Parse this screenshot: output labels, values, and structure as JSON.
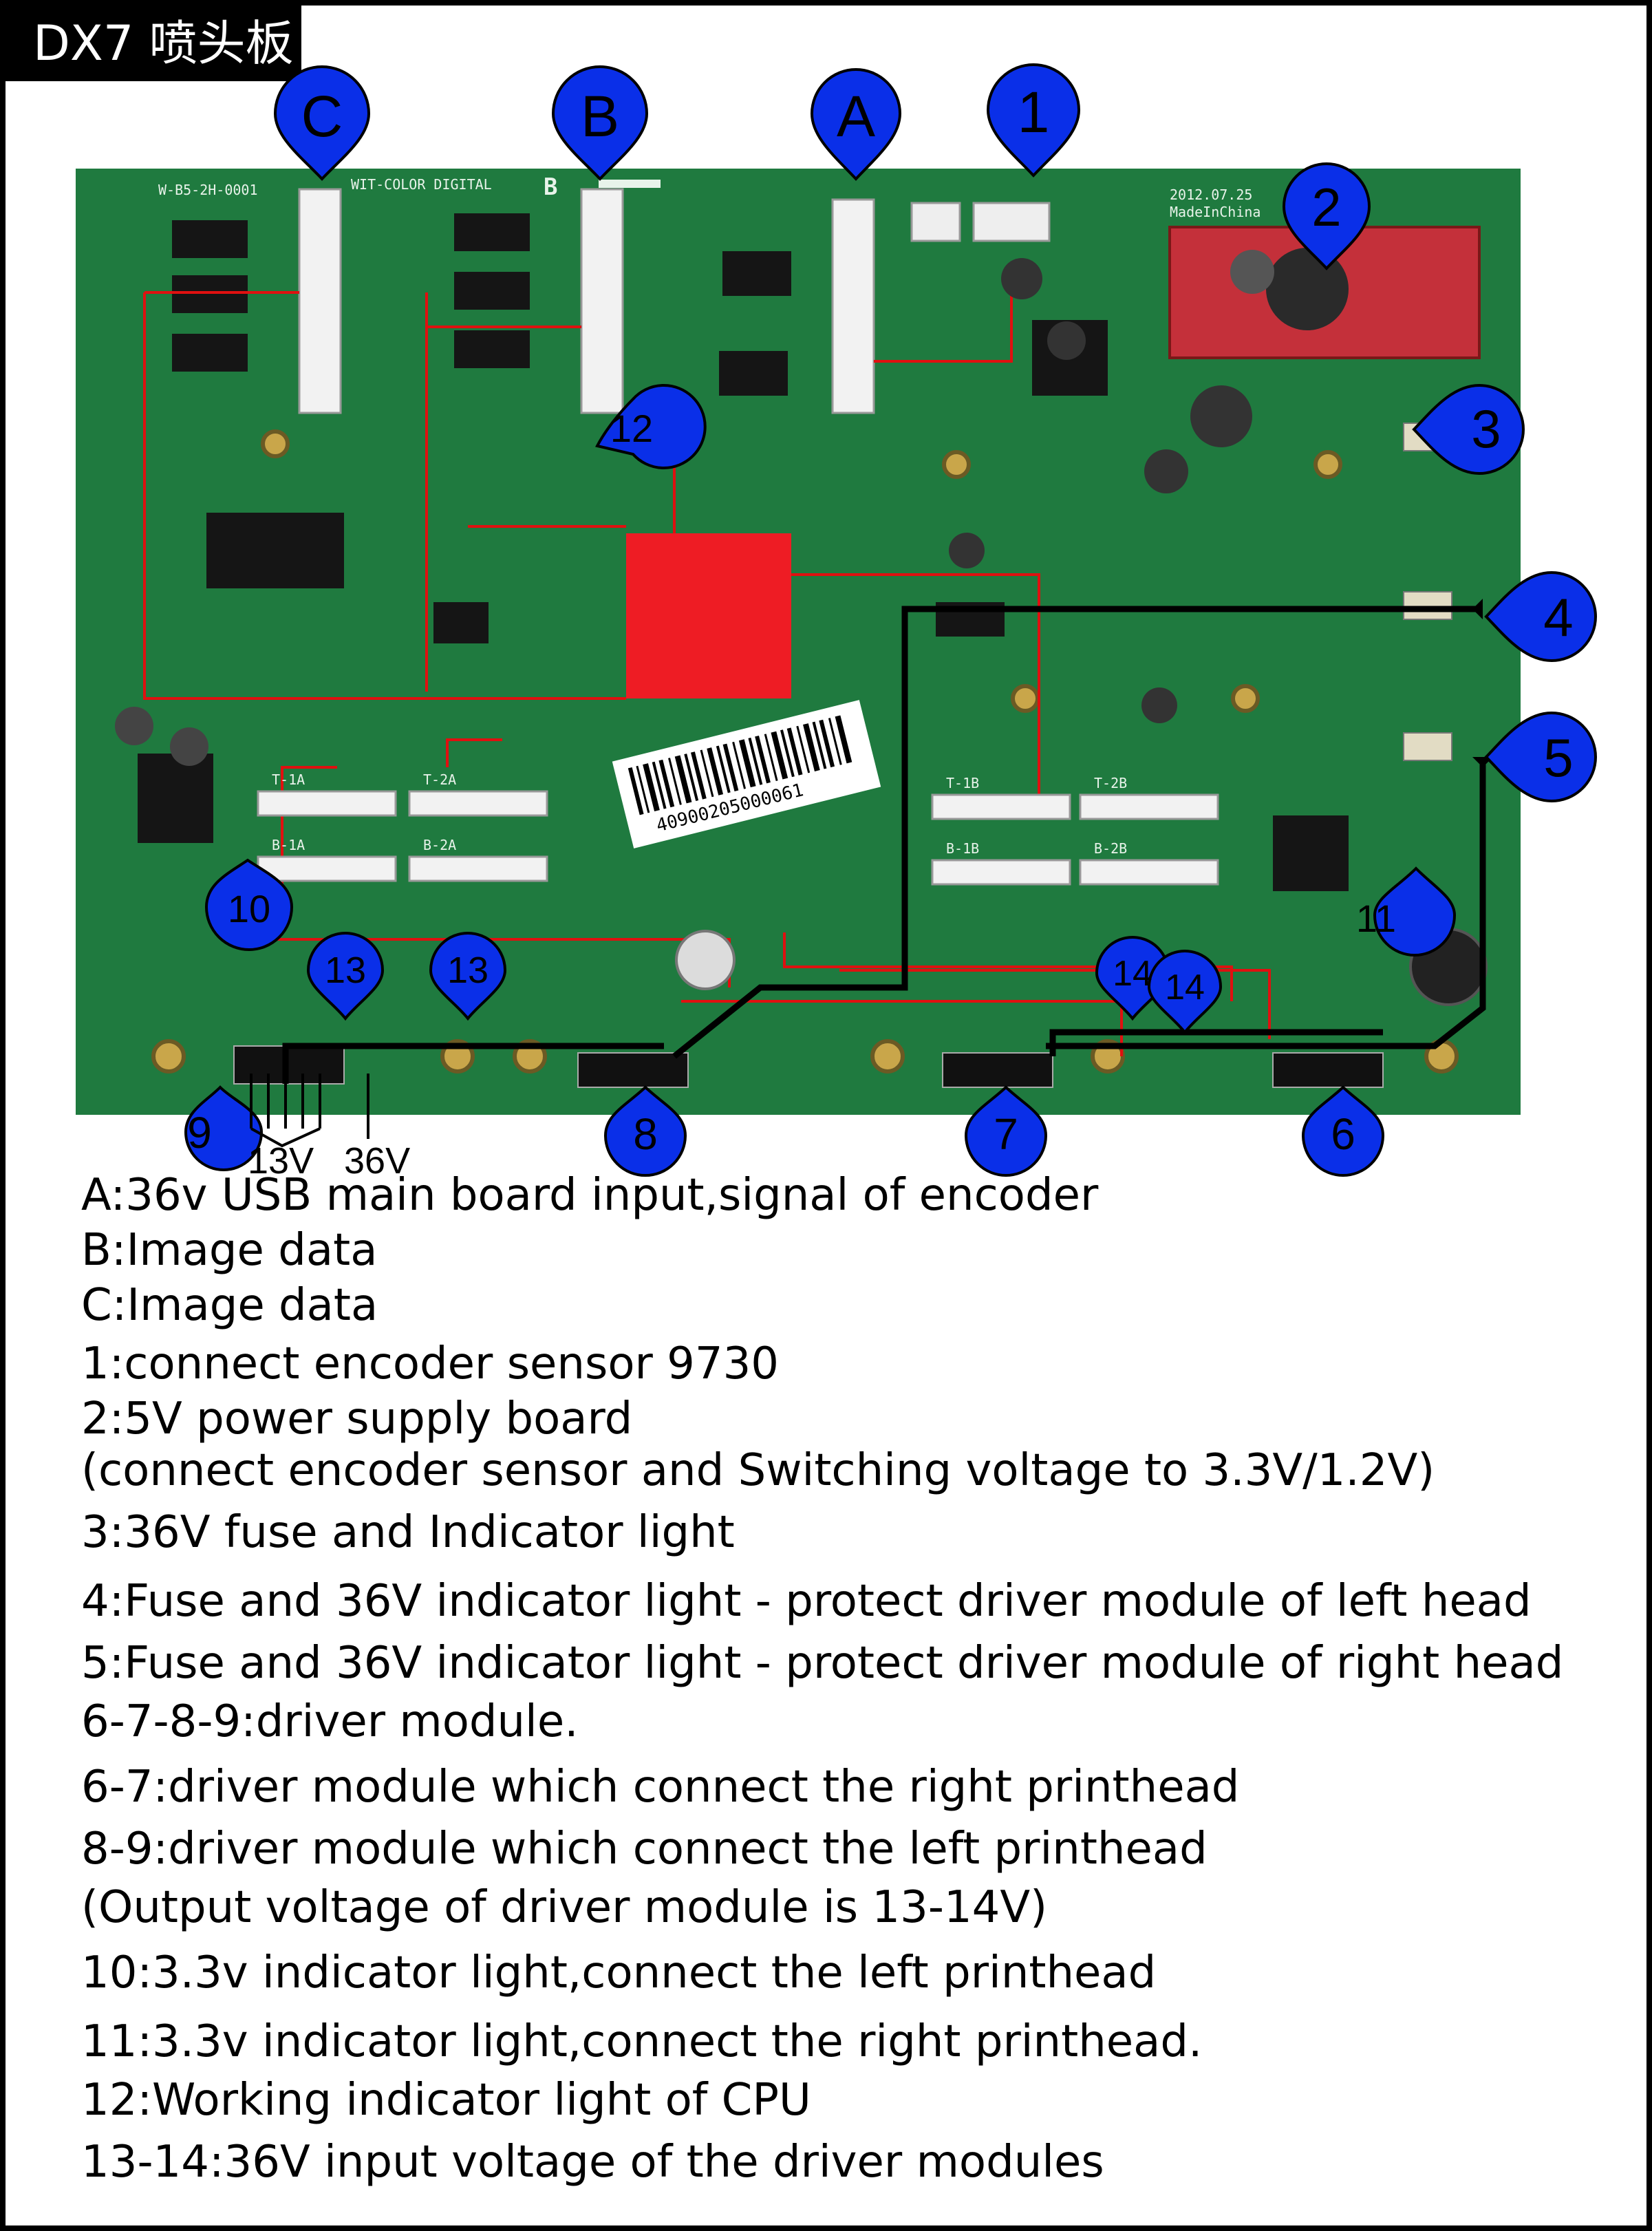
{
  "header": {
    "title": "DX7 喷头板"
  },
  "colors": {
    "board": "#1f7a3f",
    "marker": "#0a2fe8",
    "cpu": "#ee1c24",
    "trace": "#e01010",
    "frame": "#000000"
  },
  "board": {
    "silkscreen_left": "W-B5-2H-0001",
    "silkscreen_brand": "WIT-COLOR DIGITAL",
    "silkscreen_letter": "B",
    "date_code": "2012.07.25",
    "made_in": "MadeInChina",
    "barcode": "40900205000061",
    "connectors": [
      "T-1A",
      "T-2A",
      "B-1A",
      "B-2A",
      "T-1B",
      "T-2B",
      "B-1B",
      "B-2B"
    ]
  },
  "markers": [
    "C",
    "B",
    "A",
    "1",
    "2",
    "3",
    "4",
    "5",
    "6",
    "7",
    "8",
    "9",
    "10",
    "11",
    "12",
    "13",
    "13",
    "14",
    "14"
  ],
  "voltage_labels": {
    "v13": "13V",
    "v36": "36V"
  },
  "legend": [
    "A:36v USB main board input,signal of encoder",
    "B:Image data",
    "C:Image data",
    "1:connect encoder sensor 9730",
    "2:5V power supply board",
    "(connect encoder sensor and Switching voltage to 3.3V/1.2V)",
    "3:36V fuse and Indicator light",
    "4:Fuse and 36V indicator light - protect  driver module of left head",
    "5:Fuse and 36V indicator light - protect  driver module of right head",
    "6-7-8-9:driver module.",
    "6-7:driver module which connect the right printhead",
    "8-9:driver module which connect the left printhead",
    "(Output voltage of driver module is 13-14V)",
    "10:3.3v indicator light,connect the left printhead",
    "11:3.3v indicator light,connect the right printhead.",
    "12:Working indicator light of CPU",
    "13-14:36V input voltage of the driver modules"
  ]
}
